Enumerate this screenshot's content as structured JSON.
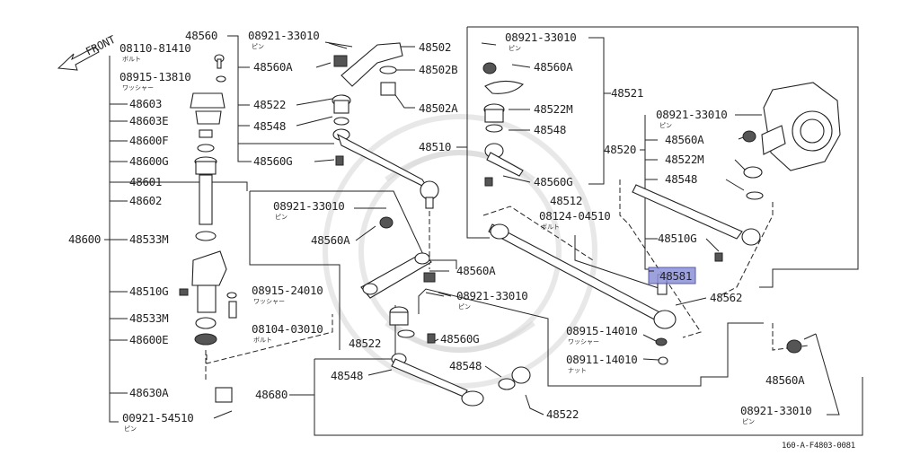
{
  "front_label": "FRONT",
  "figure_code": "160-A-F4803-0081",
  "highlighted_part": "48581",
  "labels": {
    "p48560": "48560",
    "p08921_33010_a": "08921-33010",
    "p08921_33010_a_sub": "ピン",
    "p48502": "48502",
    "p48560A_a": "48560A",
    "p48502B": "48502B",
    "p48522_a": "48522",
    "p48502A": "48502A",
    "p48548_a": "48548",
    "p48560G_a": "48560G",
    "p08110_81410": "08110-81410",
    "p08110_81410_sub": "ボルト",
    "p08915_13810": "08915-13810",
    "p08915_13810_sub": "ワッシャー",
    "p48603": "48603",
    "p48603E": "48603E",
    "p48600F": "48600F",
    "p48600G": "48600G",
    "p48601": "48601",
    "p48602": "48602",
    "p48600": "48600",
    "p48533M_a": "48533M",
    "p48510G_a": "48510G",
    "p08915_24010": "08915-24010",
    "p08915_24010_sub": "ワッシャー",
    "p48533M_b": "48533M",
    "p08104_03010": "08104-03010",
    "p08104_03010_sub": "ボルト",
    "p48600E": "48600E",
    "p48630A": "48630A",
    "p00921_54510": "00921-54510",
    "p00921_54510_sub": "ピン",
    "p08921_33010_b": "08921-33010",
    "p08921_33010_b_sub": "ピン",
    "p48560A_b": "48560A",
    "p48560A_c": "48560A",
    "p08921_33010_c": "08921-33010",
    "p08921_33010_c_sub": "ピン",
    "p48522_b": "48522",
    "p48560G_b": "48560G",
    "p48548_b": "48548",
    "p48548_c": "48548",
    "p48680": "48680",
    "p48522_c": "48522",
    "p08921_33010_d": "08921-33010",
    "p08921_33010_d_sub": "ピン",
    "p48560A_d": "48560A",
    "p48521": "48521",
    "p48522M_a": "48522M",
    "p48548_d": "48548",
    "p48510": "48510",
    "p48560G_c": "48560G",
    "p48512": "48512",
    "p08124_04510": "08124-04510",
    "p08124_04510_sub": "ボルト",
    "p08921_33010_e": "08921-33010",
    "p08921_33010_e_sub": "ピン",
    "p48560A_e": "48560A",
    "p48520": "48520",
    "p48522M_b": "48522M",
    "p48548_e": "48548",
    "p48510G_b": "48510G",
    "p48581": "48581",
    "p48562": "48562",
    "p08915_14010": "08915-14010",
    "p08915_14010_sub": "ワッシャー",
    "p08911_14010": "08911-14010",
    "p08911_14010_sub": "ナット",
    "p48560A_f": "48560A",
    "p08921_33010_f": "08921-33010",
    "p08921_33010_f_sub": "ピン"
  }
}
